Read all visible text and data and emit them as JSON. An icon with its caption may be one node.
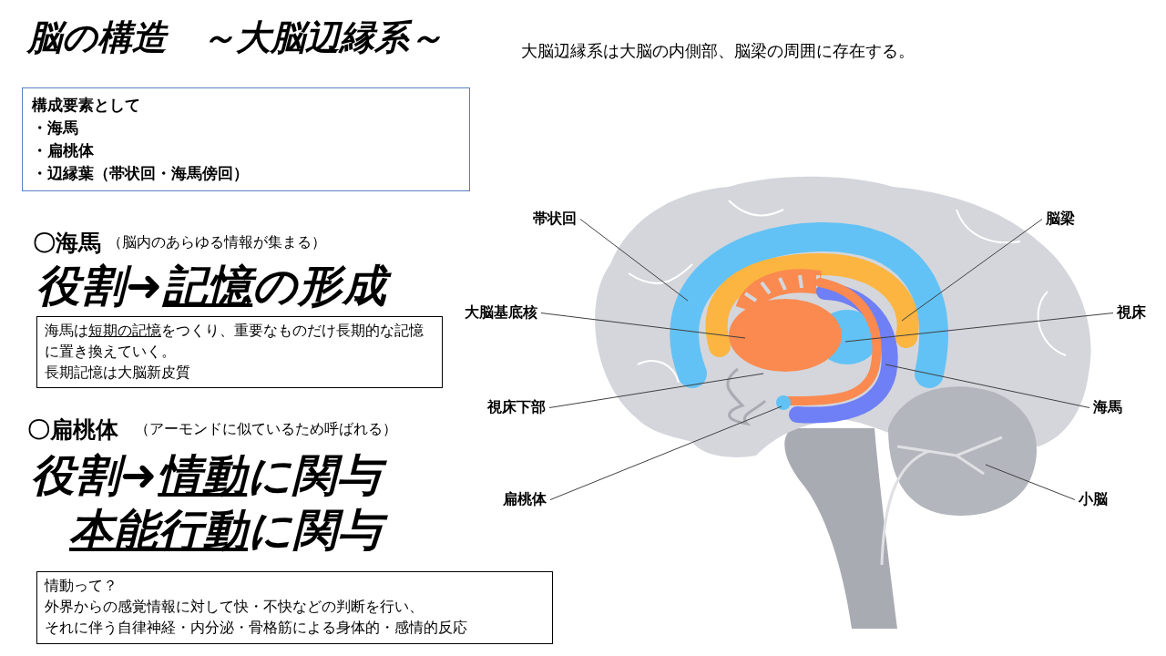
{
  "diagram": {
    "title": "脳の構造　～大脳辺縁系～",
    "nodes": [
      {
        "text": [
          "構成要素として",
          "・海馬",
          "・扁桃体",
          "・辺縁葉（帯状回・海馬傍回）"
        ]
      },
      {
        "text": [
          "海馬は**短期の記憶**をつくり、重要なものだけ長期的な記憶に置き換えていく。",
          "長期記憶は大脳新皮質"
        ]
      },
      {
        "text": [
          "情動って？",
          "外界からの感覚情報に対して快・不快などの判断を行い、",
          "それに伴う自律神経・内分泌・骨格筋による身体的・感情的反応"
        ]
      },
      {
        "text": [
          "帯状回"
        ]
      },
      {
        "text": [
          "脳梁"
        ]
      },
      {
        "text": [
          "大脳基底核"
        ]
      },
      {
        "text": [
          "視床"
        ]
      },
      {
        "text": [
          "視床下部"
        ]
      },
      {
        "text": [
          "海馬"
        ]
      },
      {
        "text": [
          "扁桃体"
        ]
      },
      {
        "text": [
          "小脳"
        ]
      }
    ],
    "edges": [
      {
        "from": 3,
        "to": null,
        "arrow": "none"
      },
      {
        "from": 4,
        "to": null,
        "arrow": "none"
      },
      {
        "from": 5,
        "to": null,
        "arrow": "none"
      },
      {
        "from": 6,
        "to": null,
        "arrow": "none"
      },
      {
        "from": 7,
        "to": null,
        "arrow": "none"
      },
      {
        "from": 8,
        "to": null,
        "arrow": "none"
      },
      {
        "from": 9,
        "to": null,
        "arrow": "none"
      },
      {
        "from": 10,
        "to": null,
        "arrow": "none"
      }
    ],
    "labels": [
      "大脳辺縁系は大脳の内側部、脳梁の周囲に存在する。",
      "〇海馬",
      "（脳内のあらゆる情報が集まる）",
      "役割➜**記憶**の形成",
      "〇扁桃体",
      "（アーモンドに似ているため呼ばれる）",
      "役割➜**情動**に関与",
      "**本能行動**に関与"
    ]
  }
}
